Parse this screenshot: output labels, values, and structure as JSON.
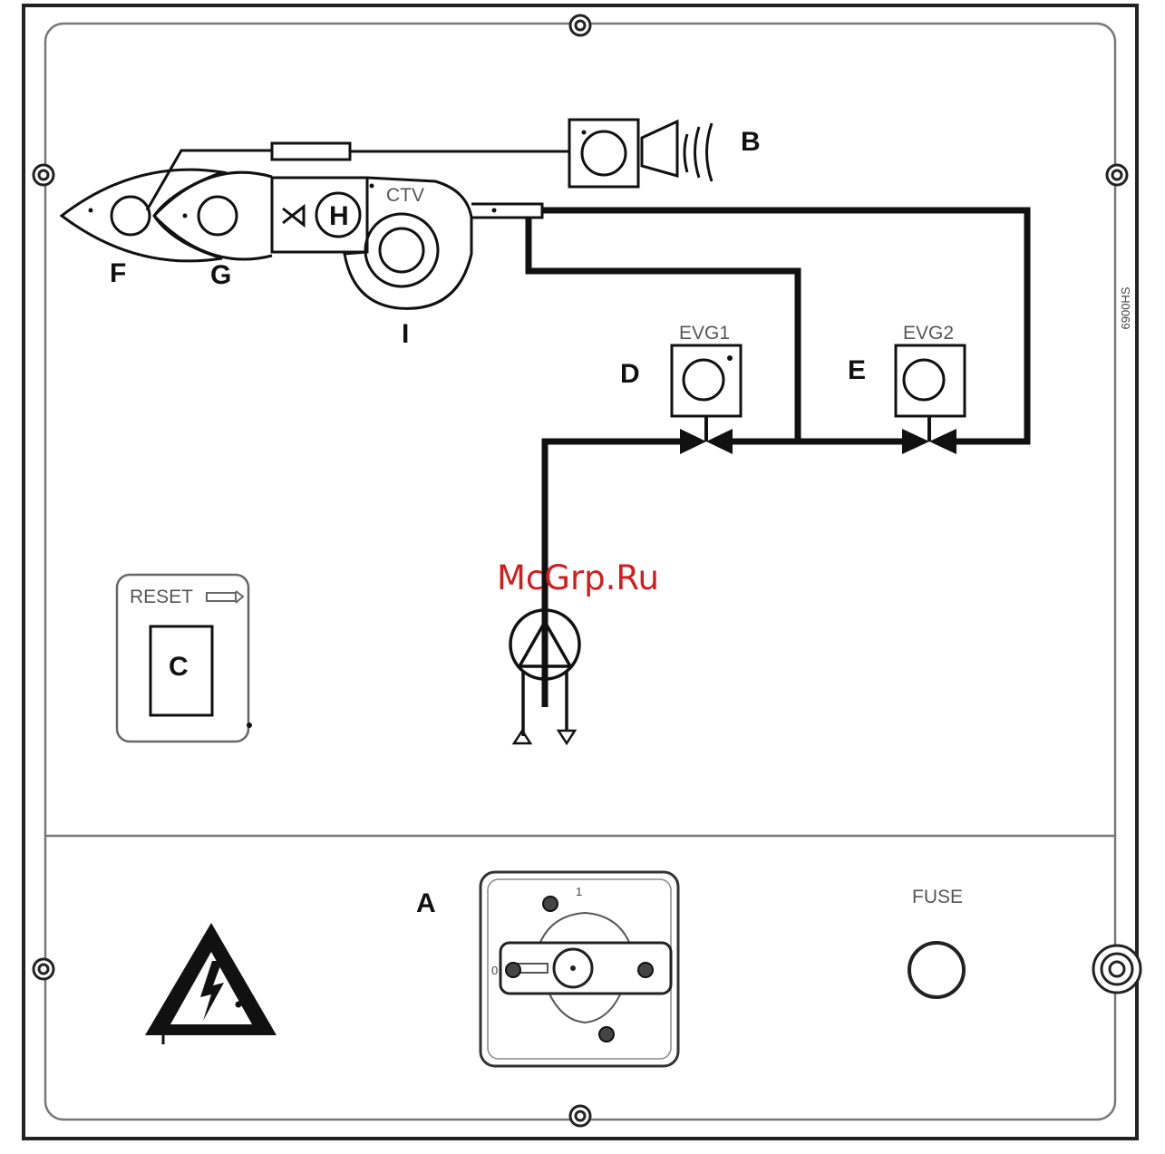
{
  "labels": {
    "A": "A",
    "B": "B",
    "C": "C",
    "D": "D",
    "E": "E",
    "F": "F",
    "G": "G",
    "H": "H",
    "I": "I"
  },
  "texts": {
    "ctv": "CTV",
    "evg1": "EVG1",
    "evg2": "EVG2",
    "reset": "RESET",
    "fuse": "FUSE",
    "switch_on": "1",
    "switch_off": "0",
    "drawing_code": "6900HS"
  },
  "watermark": "McGrp.Ru",
  "colors": {
    "line": "#111111",
    "frame": "#222222",
    "watermark": "#d41c1c"
  }
}
